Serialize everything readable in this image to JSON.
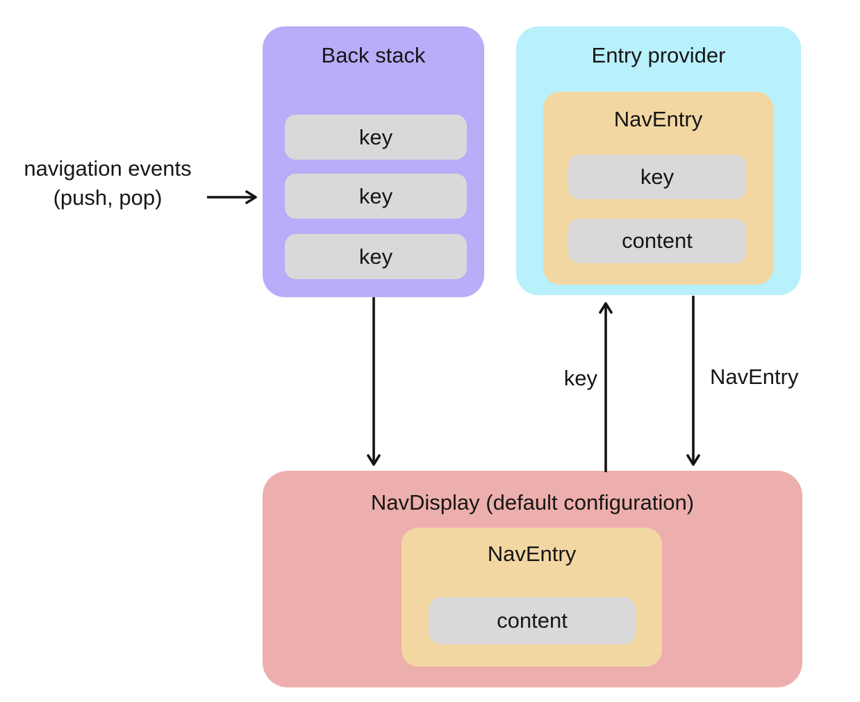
{
  "diagram": {
    "annotation": {
      "line1": "navigation events",
      "line2": "(push, pop)"
    },
    "back_stack": {
      "title": "Back stack",
      "keys": [
        "key",
        "key",
        "key"
      ]
    },
    "entry_provider": {
      "title": "Entry provider",
      "nav_entry": {
        "title": "NavEntry",
        "key_label": "key",
        "content_label": "content"
      }
    },
    "nav_display": {
      "title": "NavDisplay (default configuration)",
      "nav_entry": {
        "title": "NavEntry",
        "content_label": "content"
      }
    },
    "edges": {
      "key_label": "key",
      "nav_entry_label": "NavEntry"
    },
    "colors": {
      "purple": "#b9acf8",
      "cyan": "#b8f0fb",
      "orange": "#f3d7a3",
      "pink": "#edafad",
      "gray": "#d9d9d9",
      "text": "#161616",
      "arrow": "#141414"
    }
  }
}
